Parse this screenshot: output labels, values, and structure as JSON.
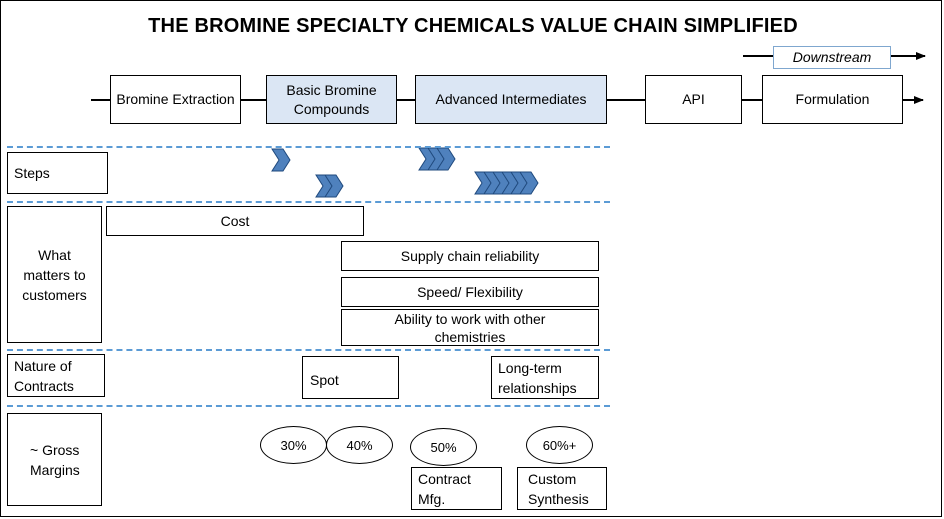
{
  "title": "THE BROMINE SPECIALTY CHEMICALS VALUE CHAIN SIMPLIFIED",
  "downstream_label": "Downstream",
  "chain": [
    {
      "label": "Bromine Extraction"
    },
    {
      "label": "Basic Bromine Compounds"
    },
    {
      "label": "Advanced Intermediates"
    },
    {
      "label": "API"
    },
    {
      "label": "Formulation"
    }
  ],
  "rows": {
    "steps": "Steps",
    "customers": "What matters to customers",
    "contracts": "Nature of Contracts",
    "margins": "~ Gross Margins"
  },
  "factors": {
    "cost": "Cost",
    "supply": "Supply chain reliability",
    "speed": "Speed/ Flexibility",
    "ability": "Ability to work with other chemistries"
  },
  "contracts": {
    "spot": "Spot",
    "long_term": "Long-term relationships"
  },
  "margins": [
    "30%",
    "40%",
    "50%",
    "60%+"
  ],
  "margin_labels": {
    "contract": "Contract Mfg.",
    "custom": "Custom Synthesis"
  },
  "step_counts": [
    1,
    2,
    3,
    6
  ],
  "colors": {
    "chevron_fill": "#4f81bd",
    "chevron_stroke": "#1f497d",
    "dash": "#5b9bd5",
    "highlight_box": "#dbe6f4"
  }
}
